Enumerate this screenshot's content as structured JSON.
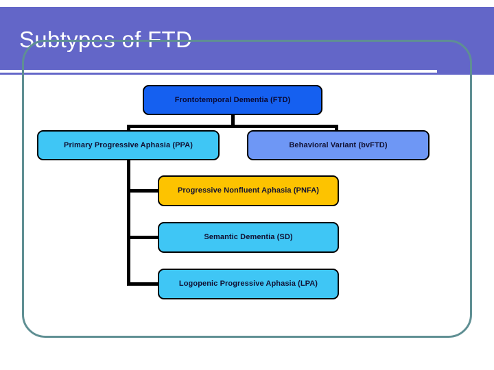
{
  "slide": {
    "title": "Subtypes of FTD",
    "accent_color": "#6366c8",
    "frame_color": "#5f8f93",
    "rule_color": "#ffffff"
  },
  "diagram": {
    "type": "hierarchy",
    "nodes": [
      {
        "id": "ftd",
        "label": "Frontotemporal Dementia (FTD)",
        "level": 1,
        "fill": "#1560f0",
        "text_color": "#0a0a33"
      },
      {
        "id": "ppa",
        "label": "Primary Progressive Aphasia (PPA)",
        "level": 2,
        "fill": "#3fc6f5",
        "text_color": "#111133"
      },
      {
        "id": "bvftd",
        "label": "Behavioral Variant (bvFTD)",
        "level": 2,
        "fill": "#6e97f5",
        "text_color": "#111133"
      },
      {
        "id": "pnfa",
        "label": "Progressive Nonfluent Aphasia (PNFA)",
        "level": 3,
        "fill": "#fdc300",
        "text_color": "#111133"
      },
      {
        "id": "sd",
        "label": "Semantic Dementia (SD)",
        "level": 3,
        "fill": "#3fc6f5",
        "text_color": "#111133"
      },
      {
        "id": "lpa",
        "label": "Logopenic Progressive Aphasia (LPA)",
        "level": 3,
        "fill": "#3fc6f5",
        "text_color": "#111133"
      }
    ],
    "edges": [
      {
        "from": "ftd",
        "to": "ppa"
      },
      {
        "from": "ftd",
        "to": "bvftd"
      },
      {
        "from": "ppa",
        "to": "pnfa"
      },
      {
        "from": "ppa",
        "to": "sd"
      },
      {
        "from": "ppa",
        "to": "lpa"
      }
    ],
    "connector_color": "#000000"
  }
}
